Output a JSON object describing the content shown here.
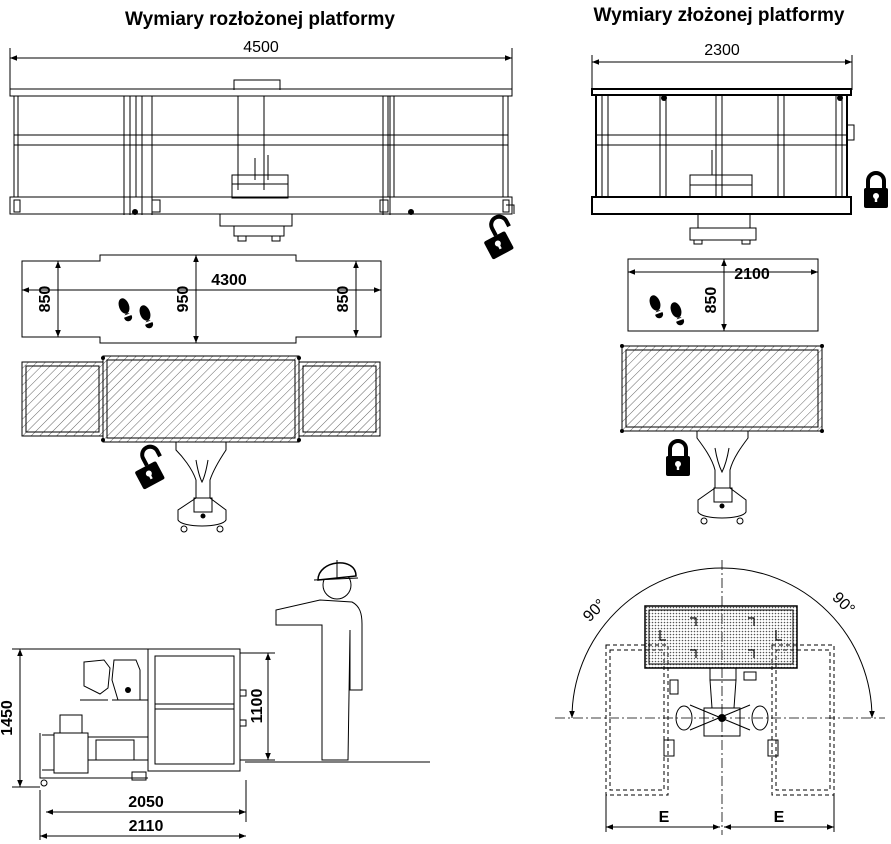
{
  "titles": {
    "unfolded": "Wymiary rozłożonej platformy",
    "folded": "Wymiary złożonej platformy"
  },
  "unfolded": {
    "overall_width": "4500",
    "floor_length": "4300",
    "floor_depth_end_left": "850",
    "floor_depth_center": "950",
    "floor_depth_end_right": "850"
  },
  "folded": {
    "overall_width": "2300",
    "floor_length": "2100",
    "floor_depth": "850"
  },
  "side_view": {
    "total_height": "1450",
    "rail_height": "1100",
    "length_inner": "2050",
    "length_outer": "2110"
  },
  "rotation": {
    "angle_left": "90°",
    "angle_right": "90°",
    "offset_left": "E",
    "offset_right": "E"
  },
  "icons": [
    "unlock-icon",
    "lock-icon",
    "footprints-icon",
    "operator-figure",
    "hard-hat-icon"
  ]
}
